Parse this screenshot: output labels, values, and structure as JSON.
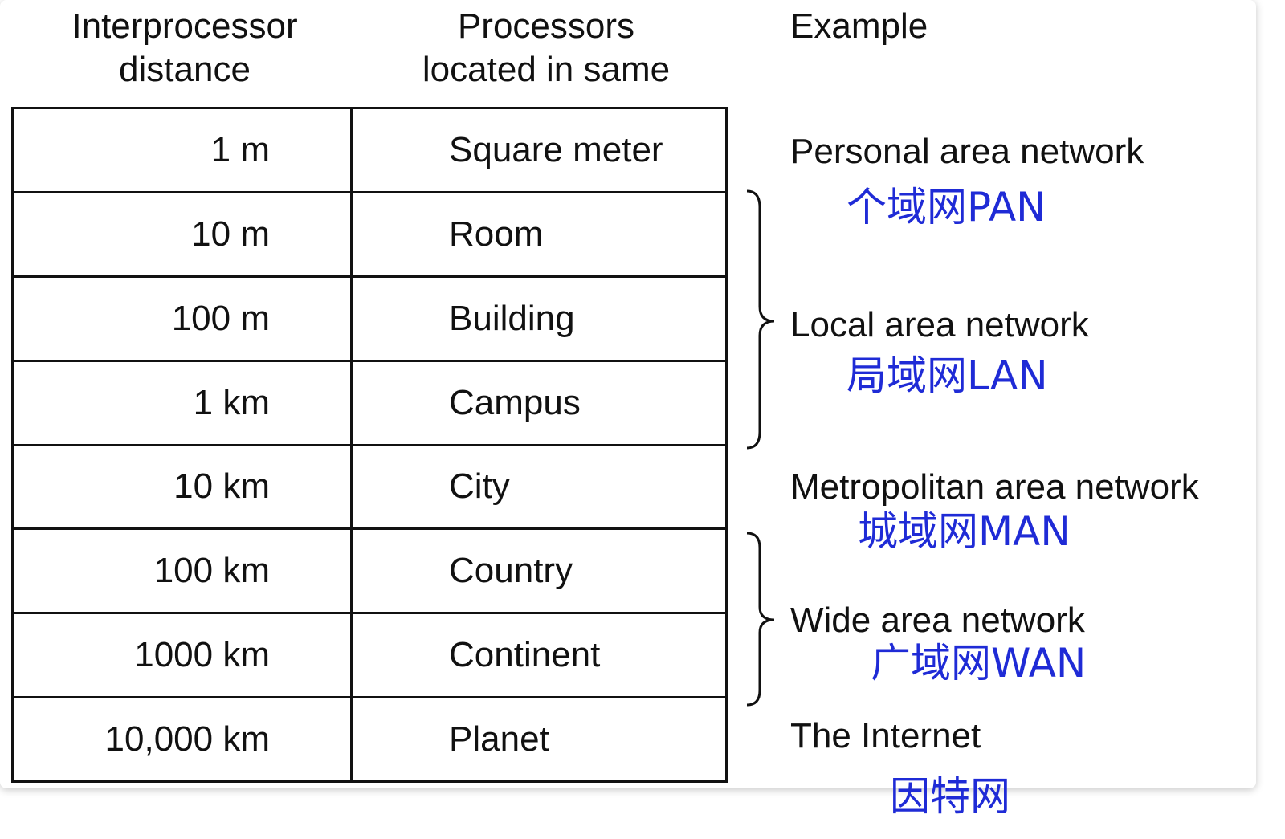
{
  "headers": {
    "distance": [
      "Interprocessor",
      "distance"
    ],
    "location": [
      "Processors",
      "located in same"
    ],
    "example": "Example"
  },
  "rows": [
    {
      "distance": "1 m",
      "location": "Square meter"
    },
    {
      "distance": "10 m",
      "location": "Room"
    },
    {
      "distance": "100 m",
      "location": "Building"
    },
    {
      "distance": "1 km",
      "location": "Campus"
    },
    {
      "distance": "10 km",
      "location": "City"
    },
    {
      "distance": "100 km",
      "location": "Country"
    },
    {
      "distance": "1000 km",
      "location": "Continent"
    },
    {
      "distance": "10,000 km",
      "location": "Planet"
    }
  ],
  "examples": {
    "pan": "Personal area network",
    "lan": "Local area network",
    "man": "Metropolitan area network",
    "wan": "Wide area network",
    "internet": "The Internet"
  },
  "chinese": {
    "pan": "个域网PAN",
    "lan": "局域网LAN",
    "man": "城域网MAN",
    "wan": "广域网WAN",
    "internet": "因特网"
  },
  "colors": {
    "annotation": "#1f2bd6",
    "text": "#111111"
  }
}
